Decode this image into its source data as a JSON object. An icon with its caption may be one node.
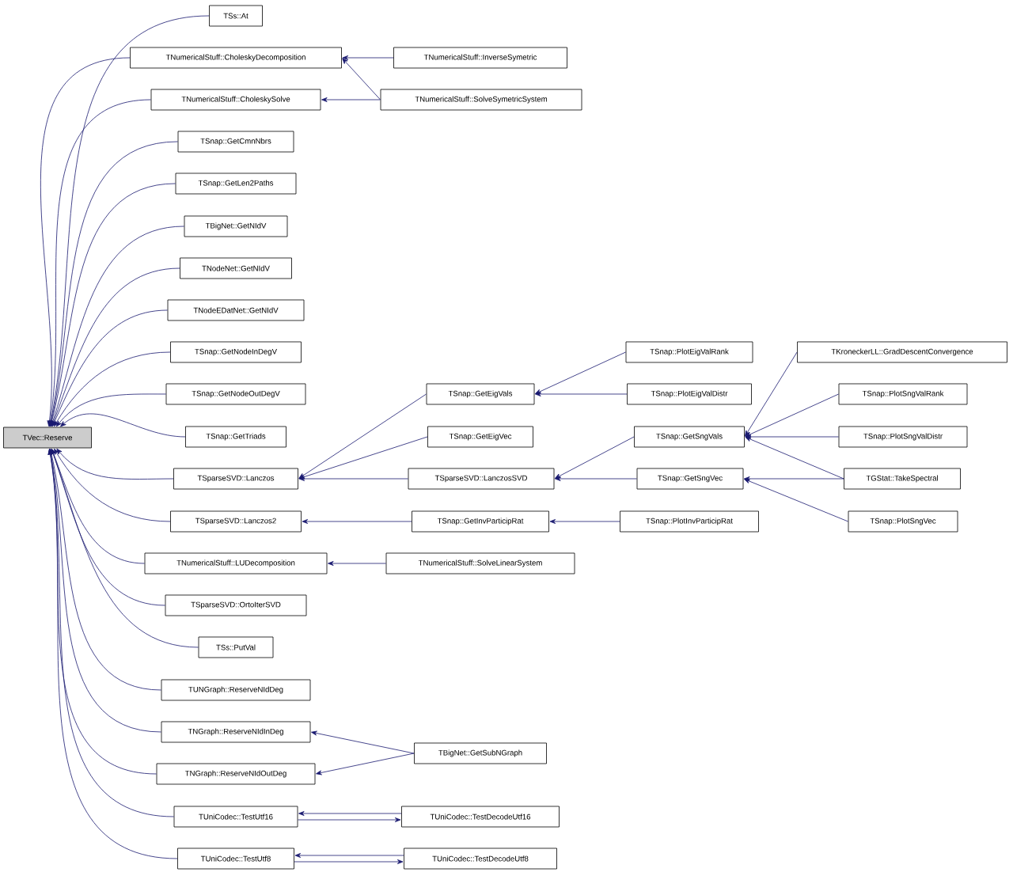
{
  "diagram": {
    "nodes": [
      {
        "text": [
          "TVec::Reserve"
        ]
      },
      {
        "text": [
          "TSs::At"
        ]
      },
      {
        "text": [
          "TNumericalStuff::CholeskyDecomposition"
        ]
      },
      {
        "text": [
          "TNumericalStuff::InverseSymetric"
        ]
      },
      {
        "text": [
          "TNumericalStuff::CholeskySolve"
        ]
      },
      {
        "text": [
          "TNumericalStuff::SolveSymetricSystem"
        ]
      },
      {
        "text": [
          "TSnap::GetCmnNbrs"
        ]
      },
      {
        "text": [
          "TSnap::GetLen2Paths"
        ]
      },
      {
        "text": [
          "TBigNet::GetNIdV"
        ]
      },
      {
        "text": [
          "TNodeNet::GetNIdV"
        ]
      },
      {
        "text": [
          "TNodeEDatNet::GetNIdV"
        ]
      },
      {
        "text": [
          "TSnap::GetNodeInDegV"
        ]
      },
      {
        "text": [
          "TSnap::GetNodeOutDegV"
        ]
      },
      {
        "text": [
          "TSnap::GetTriads"
        ]
      },
      {
        "text": [
          "TSparseSVD::Lanczos"
        ]
      },
      {
        "text": [
          "TSparseSVD::Lanczos2"
        ]
      },
      {
        "text": [
          "TNumericalStuff::LUDecomposition"
        ]
      },
      {
        "text": [
          "TSparseSVD::OrtoIterSVD"
        ]
      },
      {
        "text": [
          "TSs::PutVal"
        ]
      },
      {
        "text": [
          "TUNGraph::ReserveNIdDeg"
        ]
      },
      {
        "text": [
          "TNGraph::ReserveNIdInDeg"
        ]
      },
      {
        "text": [
          "TNGraph::ReserveNIdOutDeg"
        ]
      },
      {
        "text": [
          "TUniCodec::TestUtf16"
        ]
      },
      {
        "text": [
          "TUniCodec::TestUtf8"
        ]
      },
      {
        "text": [
          "TSnap::GetEigVals"
        ]
      },
      {
        "text": [
          "TSnap::GetEigVec"
        ]
      },
      {
        "text": [
          "TSparseSVD::LanczosSVD"
        ]
      },
      {
        "text": [
          "TSnap::GetInvParticipRat"
        ]
      },
      {
        "text": [
          "TNumericalStuff::SolveLinearSystem"
        ]
      },
      {
        "text": [
          "TBigNet::GetSubNGraph"
        ]
      },
      {
        "text": [
          "TUniCodec::TestDecodeUtf16"
        ]
      },
      {
        "text": [
          "TUniCodec::TestDecodeUtf8"
        ]
      },
      {
        "text": [
          "TSnap::PlotEigValRank"
        ]
      },
      {
        "text": [
          "TSnap::PlotEigValDistr"
        ]
      },
      {
        "text": [
          "TSnap::GetSngVals"
        ]
      },
      {
        "text": [
          "TSnap::GetSngVec"
        ]
      },
      {
        "text": [
          "TSnap::PlotInvParticipRat"
        ]
      },
      {
        "text": [
          "TKroneckerLL::GradDescentConvergence"
        ]
      },
      {
        "text": [
          "TSnap::PlotSngValRank"
        ]
      },
      {
        "text": [
          "TSnap::PlotSngValDistr"
        ]
      },
      {
        "text": [
          "TGStat::TakeSpectral"
        ]
      },
      {
        "text": [
          "TSnap::PlotSngVec"
        ]
      }
    ],
    "edges": [
      {
        "from": 1,
        "to": 0,
        "arrow": "to"
      },
      {
        "from": 2,
        "to": 0,
        "arrow": "to"
      },
      {
        "from": 4,
        "to": 0,
        "arrow": "to"
      },
      {
        "from": 6,
        "to": 0,
        "arrow": "to"
      },
      {
        "from": 7,
        "to": 0,
        "arrow": "to"
      },
      {
        "from": 8,
        "to": 0,
        "arrow": "to"
      },
      {
        "from": 9,
        "to": 0,
        "arrow": "to"
      },
      {
        "from": 10,
        "to": 0,
        "arrow": "to"
      },
      {
        "from": 11,
        "to": 0,
        "arrow": "to"
      },
      {
        "from": 12,
        "to": 0,
        "arrow": "to"
      },
      {
        "from": 13,
        "to": 0,
        "arrow": "to"
      },
      {
        "from": 14,
        "to": 0,
        "arrow": "to"
      },
      {
        "from": 15,
        "to": 0,
        "arrow": "to"
      },
      {
        "from": 16,
        "to": 0,
        "arrow": "to"
      },
      {
        "from": 17,
        "to": 0,
        "arrow": "to"
      },
      {
        "from": 18,
        "to": 0,
        "arrow": "to"
      },
      {
        "from": 19,
        "to": 0,
        "arrow": "to"
      },
      {
        "from": 20,
        "to": 0,
        "arrow": "to"
      },
      {
        "from": 21,
        "to": 0,
        "arrow": "to"
      },
      {
        "from": 22,
        "to": 0,
        "arrow": "to"
      },
      {
        "from": 23,
        "to": 0,
        "arrow": "to"
      },
      {
        "from": 3,
        "to": 2,
        "arrow": "to"
      },
      {
        "from": 5,
        "to": 2,
        "arrow": "to"
      },
      {
        "from": 5,
        "to": 4,
        "arrow": "to"
      },
      {
        "from": 24,
        "to": 14,
        "arrow": "to"
      },
      {
        "from": 25,
        "to": 14,
        "arrow": "to"
      },
      {
        "from": 26,
        "to": 14,
        "arrow": "to"
      },
      {
        "from": 27,
        "to": 15,
        "arrow": "to"
      },
      {
        "from": 28,
        "to": 16,
        "arrow": "to"
      },
      {
        "from": 29,
        "to": 20,
        "arrow": "to"
      },
      {
        "from": 29,
        "to": 21,
        "arrow": "to"
      },
      {
        "from": 30,
        "to": 22,
        "arrow": "to"
      },
      {
        "from": 22,
        "to": 30,
        "arrow": "to"
      },
      {
        "from": 31,
        "to": 23,
        "arrow": "to"
      },
      {
        "from": 23,
        "to": 31,
        "arrow": "to"
      },
      {
        "from": 32,
        "to": 24,
        "arrow": "to"
      },
      {
        "from": 33,
        "to": 24,
        "arrow": "to"
      },
      {
        "from": 34,
        "to": 26,
        "arrow": "to"
      },
      {
        "from": 35,
        "to": 26,
        "arrow": "to"
      },
      {
        "from": 36,
        "to": 27,
        "arrow": "to"
      },
      {
        "from": 37,
        "to": 34,
        "arrow": "to"
      },
      {
        "from": 38,
        "to": 34,
        "arrow": "to"
      },
      {
        "from": 39,
        "to": 34,
        "arrow": "to"
      },
      {
        "from": 40,
        "to": 34,
        "arrow": "to"
      },
      {
        "from": 40,
        "to": 35,
        "arrow": "to"
      },
      {
        "from": 41,
        "to": 35,
        "arrow": "to"
      }
    ]
  }
}
